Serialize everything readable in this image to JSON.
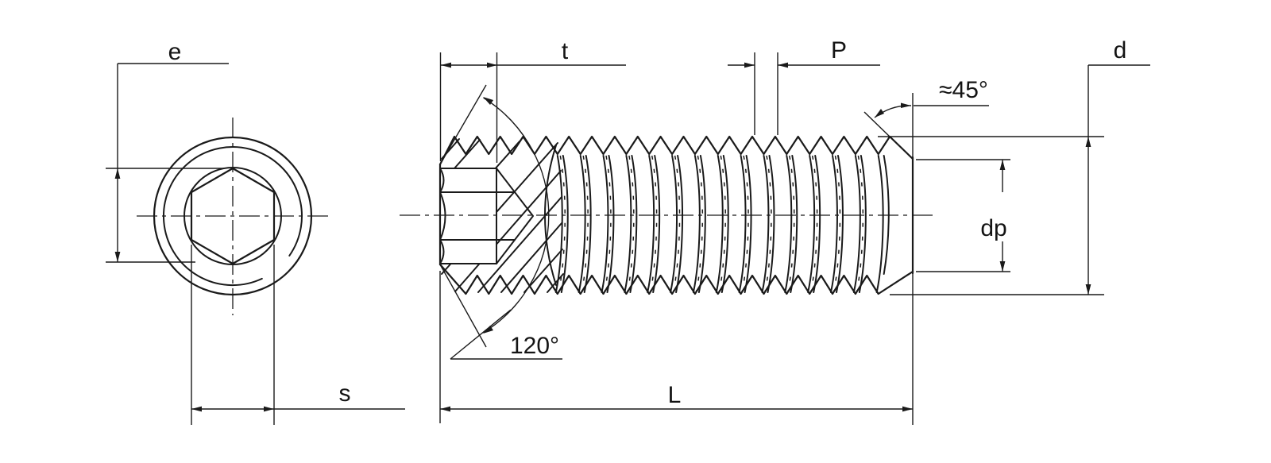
{
  "title": "Hex socket set screw - dimensional drawing",
  "colors": {
    "line": "#1a1a1a",
    "background": "#ffffff"
  },
  "labels": {
    "socket_width_across_corners": "e",
    "socket_width_across_flats": "s",
    "socket_depth": "t",
    "thread_pitch": "P",
    "end_chamfer_angle": "≈45°",
    "thread_major_diameter": "d",
    "flat_point_diameter": "dp",
    "countersink_angle": "120°",
    "screw_length": "L"
  }
}
